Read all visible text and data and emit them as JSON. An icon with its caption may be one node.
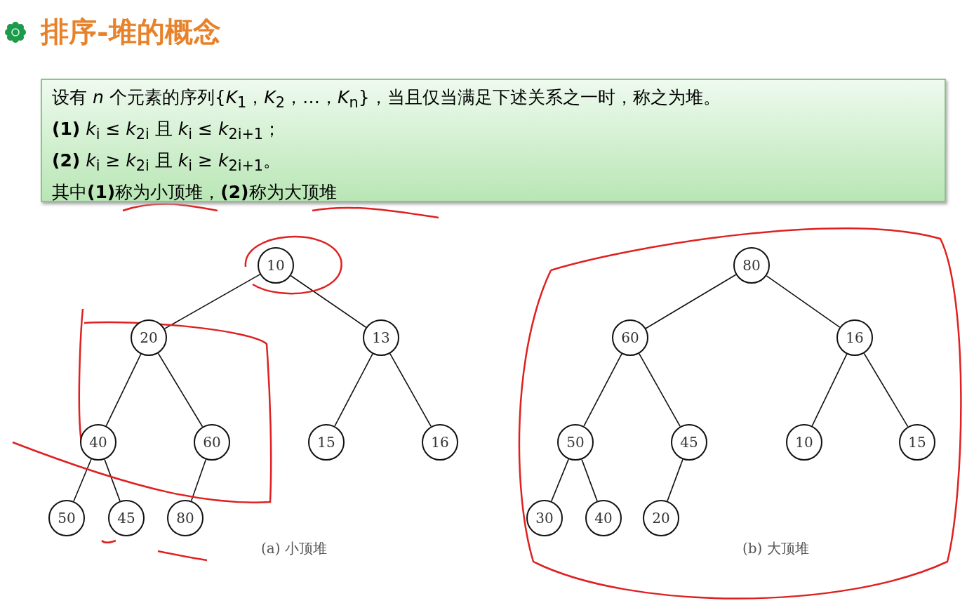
{
  "diagram": {
    "title": "排序-堆的概念",
    "nodes": [
      {
        "text": [
          "设有 *n* 个元素的序列{*K*$_{1}$，*K*$_{2}$，…，*K*$_{n}$}，当且仅当满足下述关系之一时，称之为堆。",
          "**(1)** *k*$_{i}$ ≤ *k*$_{2i}$ 且 *k*$_{i}$ ≤ *k*$_{2i+1}$；",
          "**(2)** *k*$_{i}$ ≥ *k*$_{2i}$ 且 *k*$_{i}$ ≥ *k*$_{2i+1}$。",
          "其中**(1)**称为小顶堆，**(2)**称为大顶堆"
        ]
      },
      {
        "text": [
          "10"
        ]
      },
      {
        "text": [
          "20"
        ]
      },
      {
        "text": [
          "13"
        ]
      },
      {
        "text": [
          "40"
        ]
      },
      {
        "text": [
          "60"
        ]
      },
      {
        "text": [
          "15"
        ]
      },
      {
        "text": [
          "16"
        ]
      },
      {
        "text": [
          "50"
        ]
      },
      {
        "text": [
          "45"
        ]
      },
      {
        "text": [
          "80"
        ]
      },
      {
        "text": [
          "80"
        ]
      },
      {
        "text": [
          "60"
        ]
      },
      {
        "text": [
          "16"
        ]
      },
      {
        "text": [
          "50"
        ]
      },
      {
        "text": [
          "45"
        ]
      },
      {
        "text": [
          "10"
        ]
      },
      {
        "text": [
          "15"
        ]
      },
      {
        "text": [
          "30"
        ]
      },
      {
        "text": [
          "40"
        ]
      },
      {
        "text": [
          "20"
        ]
      }
    ],
    "edges": [
      {
        "from": 1,
        "to": 2,
        "arrow": "none"
      },
      {
        "from": 1,
        "to": 3,
        "arrow": "none"
      },
      {
        "from": 2,
        "to": 4,
        "arrow": "none"
      },
      {
        "from": 2,
        "to": 5,
        "arrow": "none"
      },
      {
        "from": 3,
        "to": 6,
        "arrow": "none"
      },
      {
        "from": 3,
        "to": 7,
        "arrow": "none"
      },
      {
        "from": 4,
        "to": 8,
        "arrow": "none"
      },
      {
        "from": 4,
        "to": 9,
        "arrow": "none"
      },
      {
        "from": 5,
        "to": 10,
        "arrow": "none"
      },
      {
        "from": 11,
        "to": 12,
        "arrow": "none"
      },
      {
        "from": 11,
        "to": 13,
        "arrow": "none"
      },
      {
        "from": 12,
        "to": 14,
        "arrow": "none"
      },
      {
        "from": 12,
        "to": 15,
        "arrow": "none"
      },
      {
        "from": 13,
        "to": 16,
        "arrow": "none"
      },
      {
        "from": 13,
        "to": 17,
        "arrow": "none"
      },
      {
        "from": 14,
        "to": 18,
        "arrow": "none"
      },
      {
        "from": 14,
        "to": 19,
        "arrow": "none"
      },
      {
        "from": 15,
        "to": 20,
        "arrow": "none"
      }
    ],
    "labels": [
      "(a) 小顶堆",
      "(b) 大顶堆"
    ]
  }
}
